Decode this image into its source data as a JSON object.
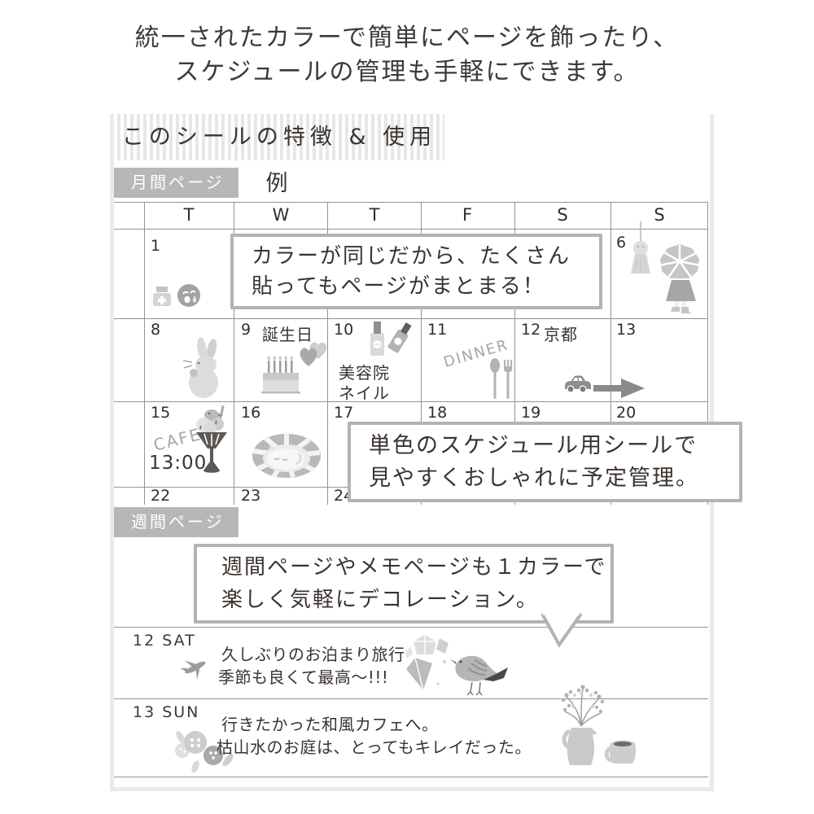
{
  "page": {
    "heading_line1": "統一されたカラーで簡単にページを飾ったり、",
    "heading_line2": "スケジュールの管理も手軽にできます。"
  },
  "feature": {
    "title": "このシールの特徴 & 使用例"
  },
  "sections": {
    "monthly_badge": "月間ページ",
    "weekly_badge": "週間ページ"
  },
  "calendar": {
    "weekdays": [
      "T",
      "W",
      "T",
      "F",
      "S",
      "S"
    ],
    "dates": {
      "d1": "1",
      "d6": "6",
      "d8": "8",
      "d9": "9",
      "d10": "10",
      "d11": "11",
      "d12": "12",
      "d13": "13",
      "d15": "15",
      "d16": "16",
      "d17": "17",
      "d18": "18",
      "d19": "19",
      "d20": "20",
      "d22": "22",
      "d23": "23",
      "d24": "24"
    },
    "notes": {
      "birthday": "誕生日",
      "salon_line1": "美容院",
      "salon_line2": "ネイル",
      "dinner": "DINNER",
      "kyoto": "京都",
      "cafe": "CAFE",
      "cafe_time": "13:00"
    }
  },
  "bubbles": {
    "b1_line1": "カラーが同じだから、たくさん",
    "b1_line2": "貼ってもページがまとまる！",
    "b2_line1": "単色のスケジュール用シールで",
    "b2_line2": "見やすくおしゃれに予定管理。",
    "b3_line1": "週間ページやメモページも１カラーで",
    "b3_line2": "楽しく気軽にデコレーション。"
  },
  "weekly": {
    "sat_label": "12 SAT",
    "sat_line1": "久しぶりのお泊まり旅行",
    "sat_line2": "季節も良くて最高〜!!!",
    "sun_label": "13 SUN",
    "sun_line1": "行きたかった和風カフェへ。",
    "sun_line2": "枯山水のお庭は、とってもキレイだった。"
  },
  "colors": {
    "text": "#3b332f",
    "badge_bg": "#b7b7b7",
    "bubble_border": "#b3b3b3",
    "grid_line": "#949494",
    "stripe": "#e7e7e7",
    "icon_light": "#d9d9d9",
    "icon_mid": "#b5b5b5",
    "icon_dark": "#8c8c8c"
  }
}
